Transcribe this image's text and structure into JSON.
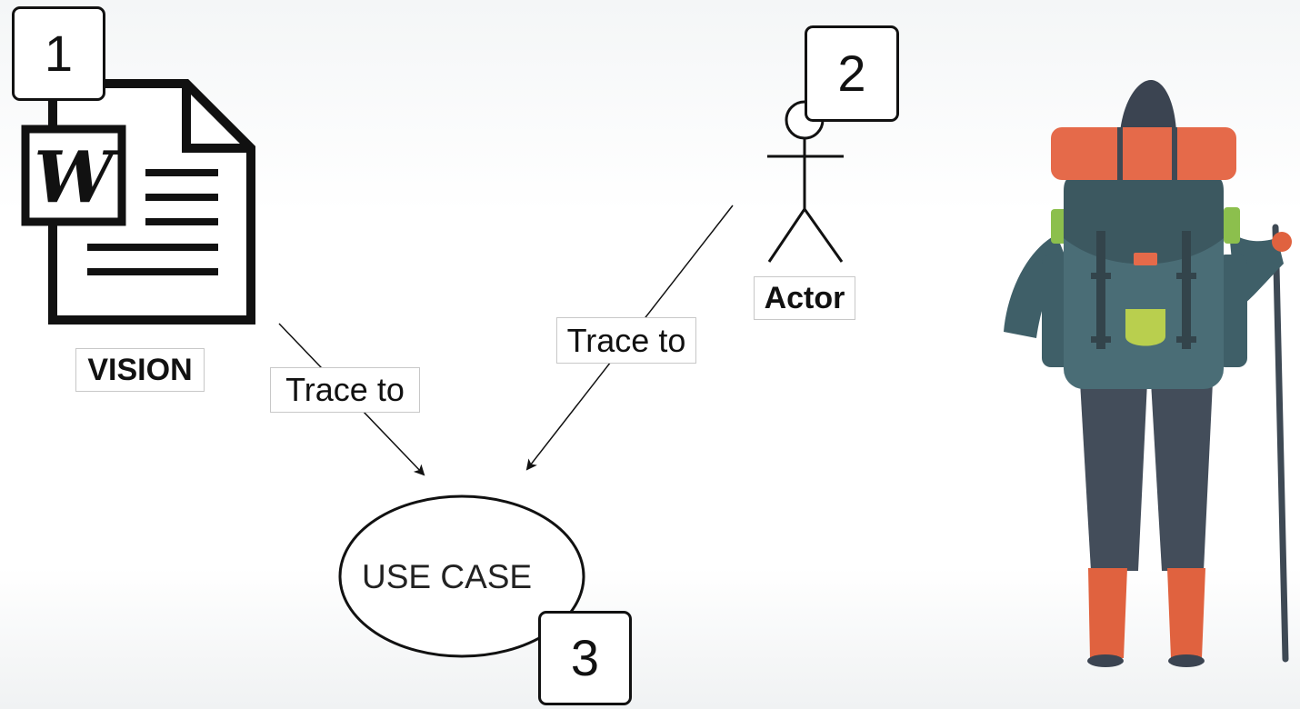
{
  "diagram": {
    "vision": {
      "number": "1",
      "doc_glyph": "W",
      "label": "VISION"
    },
    "actor": {
      "number": "2",
      "label": "Actor"
    },
    "use_case": {
      "number": "3",
      "label": "USE CASE"
    },
    "edges": [
      {
        "from": "vision",
        "to": "use_case",
        "label": "Trace to"
      },
      {
        "from": "actor",
        "to": "use_case",
        "label": "Trace to"
      }
    ]
  },
  "illustration": {
    "subject": "hiker-with-backpack-and-walking-stick"
  },
  "colors": {
    "line": "#111111",
    "backpack": "#4a6d76",
    "backpack_dark": "#3c5860",
    "bedroll": "#e56a4a",
    "pocket": "#b9cf4e",
    "trousers": "#434d5a",
    "boots": "#e0623f",
    "hat": "#3b4451"
  }
}
